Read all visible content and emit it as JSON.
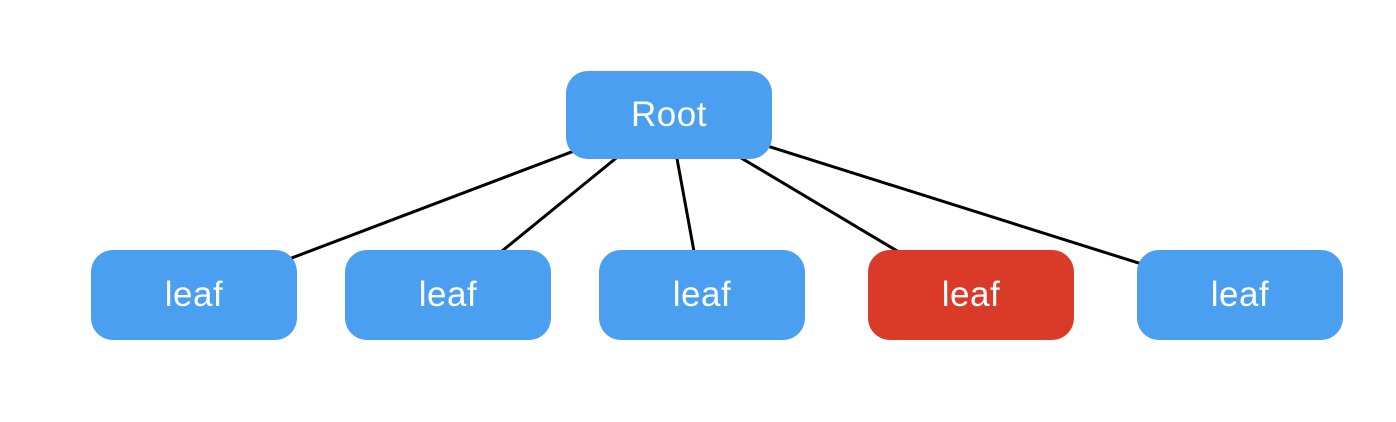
{
  "diagram": {
    "type": "tree",
    "background_color": "#ffffff",
    "edge_color": "#000000",
    "edge_width": 3,
    "text_color": "#ffffff",
    "root": {
      "label": "Root",
      "color": "#4A9FF0"
    },
    "leaves": [
      {
        "label": "leaf",
        "color": "#4A9FF0"
      },
      {
        "label": "leaf",
        "color": "#4A9FF0"
      },
      {
        "label": "leaf",
        "color": "#4A9FF0"
      },
      {
        "label": "leaf",
        "color": "#DA3B28"
      },
      {
        "label": "leaf",
        "color": "#4A9FF0"
      }
    ]
  }
}
